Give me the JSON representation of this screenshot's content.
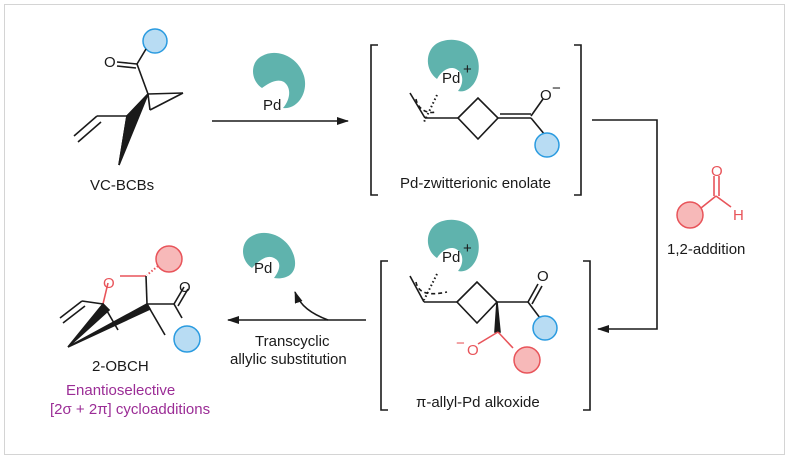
{
  "colors": {
    "pd_catalyst": "#5fb3ad",
    "blue_group_fill": "#b8dcf3",
    "blue_group_stroke": "#2a9be0",
    "red_group_fill": "#f7b9b9",
    "red_group_stroke": "#e8545a",
    "purple_text": "#9b2d96",
    "bond": "#1a1a1a"
  },
  "labels": {
    "vc_bcbs": "VC-BCBs",
    "pd_zwitterionic_enolate": "Pd-zwitterionic enolate",
    "addition": "1,2-addition",
    "pi_allyl_pd_alkoxide": "π-allyl-Pd alkoxide",
    "transcyclic_line1": "Transcyclic",
    "transcyclic_line2": "allylic substitution",
    "product": "2-OBCH",
    "enantioselective_line1": "Enantioselective",
    "enantioselective_line2": "[2σ + 2π] cycloadditions"
  },
  "atoms": {
    "pd": "Pd",
    "plus": "+",
    "minus": "−",
    "oxygen": "O",
    "hydrogen": "H"
  }
}
